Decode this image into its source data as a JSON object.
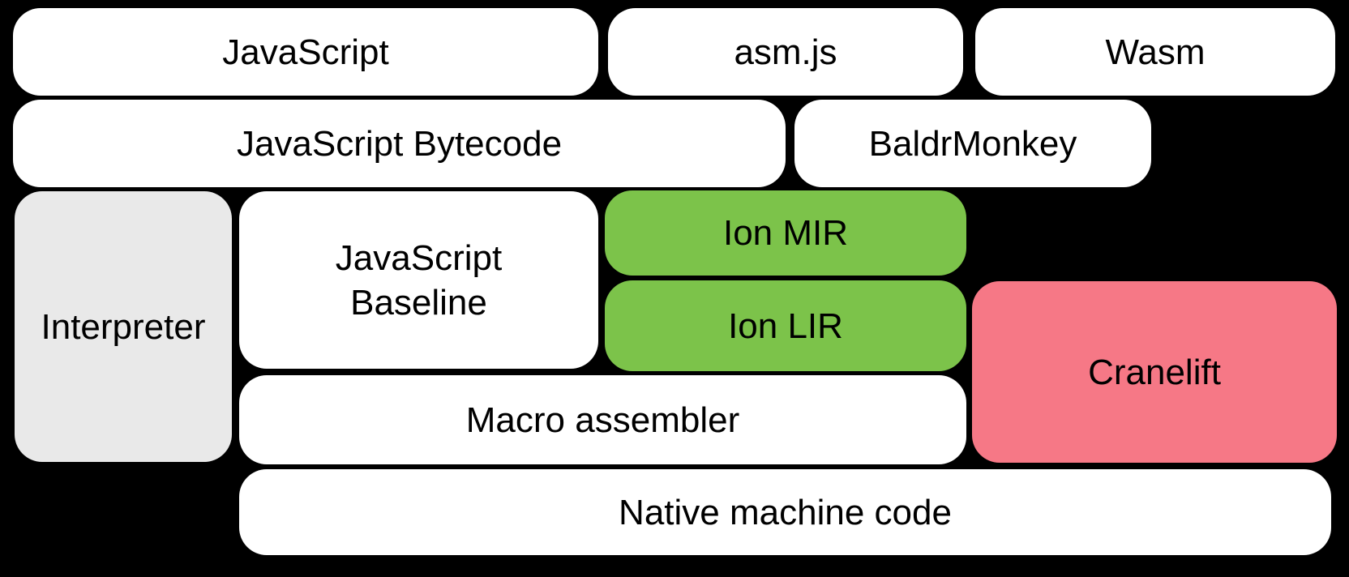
{
  "diagram": {
    "description": "Compiler pipeline block diagram",
    "colors": {
      "background": "#000000",
      "box_white": "#ffffff",
      "box_gray": "#e9e9e9",
      "box_green": "#7cc34a",
      "box_pink": "#f67886",
      "text": "#000000"
    },
    "nodes": [
      {
        "id": "javascript",
        "label": "JavaScript",
        "color": "white"
      },
      {
        "id": "asmjs",
        "label": "asm.js",
        "color": "white"
      },
      {
        "id": "wasm",
        "label": "Wasm",
        "color": "white"
      },
      {
        "id": "javascript-bytecode",
        "label": "JavaScript Bytecode",
        "color": "white"
      },
      {
        "id": "baldrmonkey",
        "label": "BaldrMonkey",
        "color": "white"
      },
      {
        "id": "interpreter",
        "label": "Interpreter",
        "color": "gray"
      },
      {
        "id": "javascript-baseline",
        "label": "JavaScript\nBaseline",
        "color": "white"
      },
      {
        "id": "ion-mir",
        "label": "Ion MIR",
        "color": "green"
      },
      {
        "id": "ion-lir",
        "label": "Ion LIR",
        "color": "green"
      },
      {
        "id": "cranelift",
        "label": "Cranelift",
        "color": "pink"
      },
      {
        "id": "macro-assembler",
        "label": "Macro assembler",
        "color": "white"
      },
      {
        "id": "native-machine-code",
        "label": "Native machine code",
        "color": "white"
      }
    ]
  }
}
